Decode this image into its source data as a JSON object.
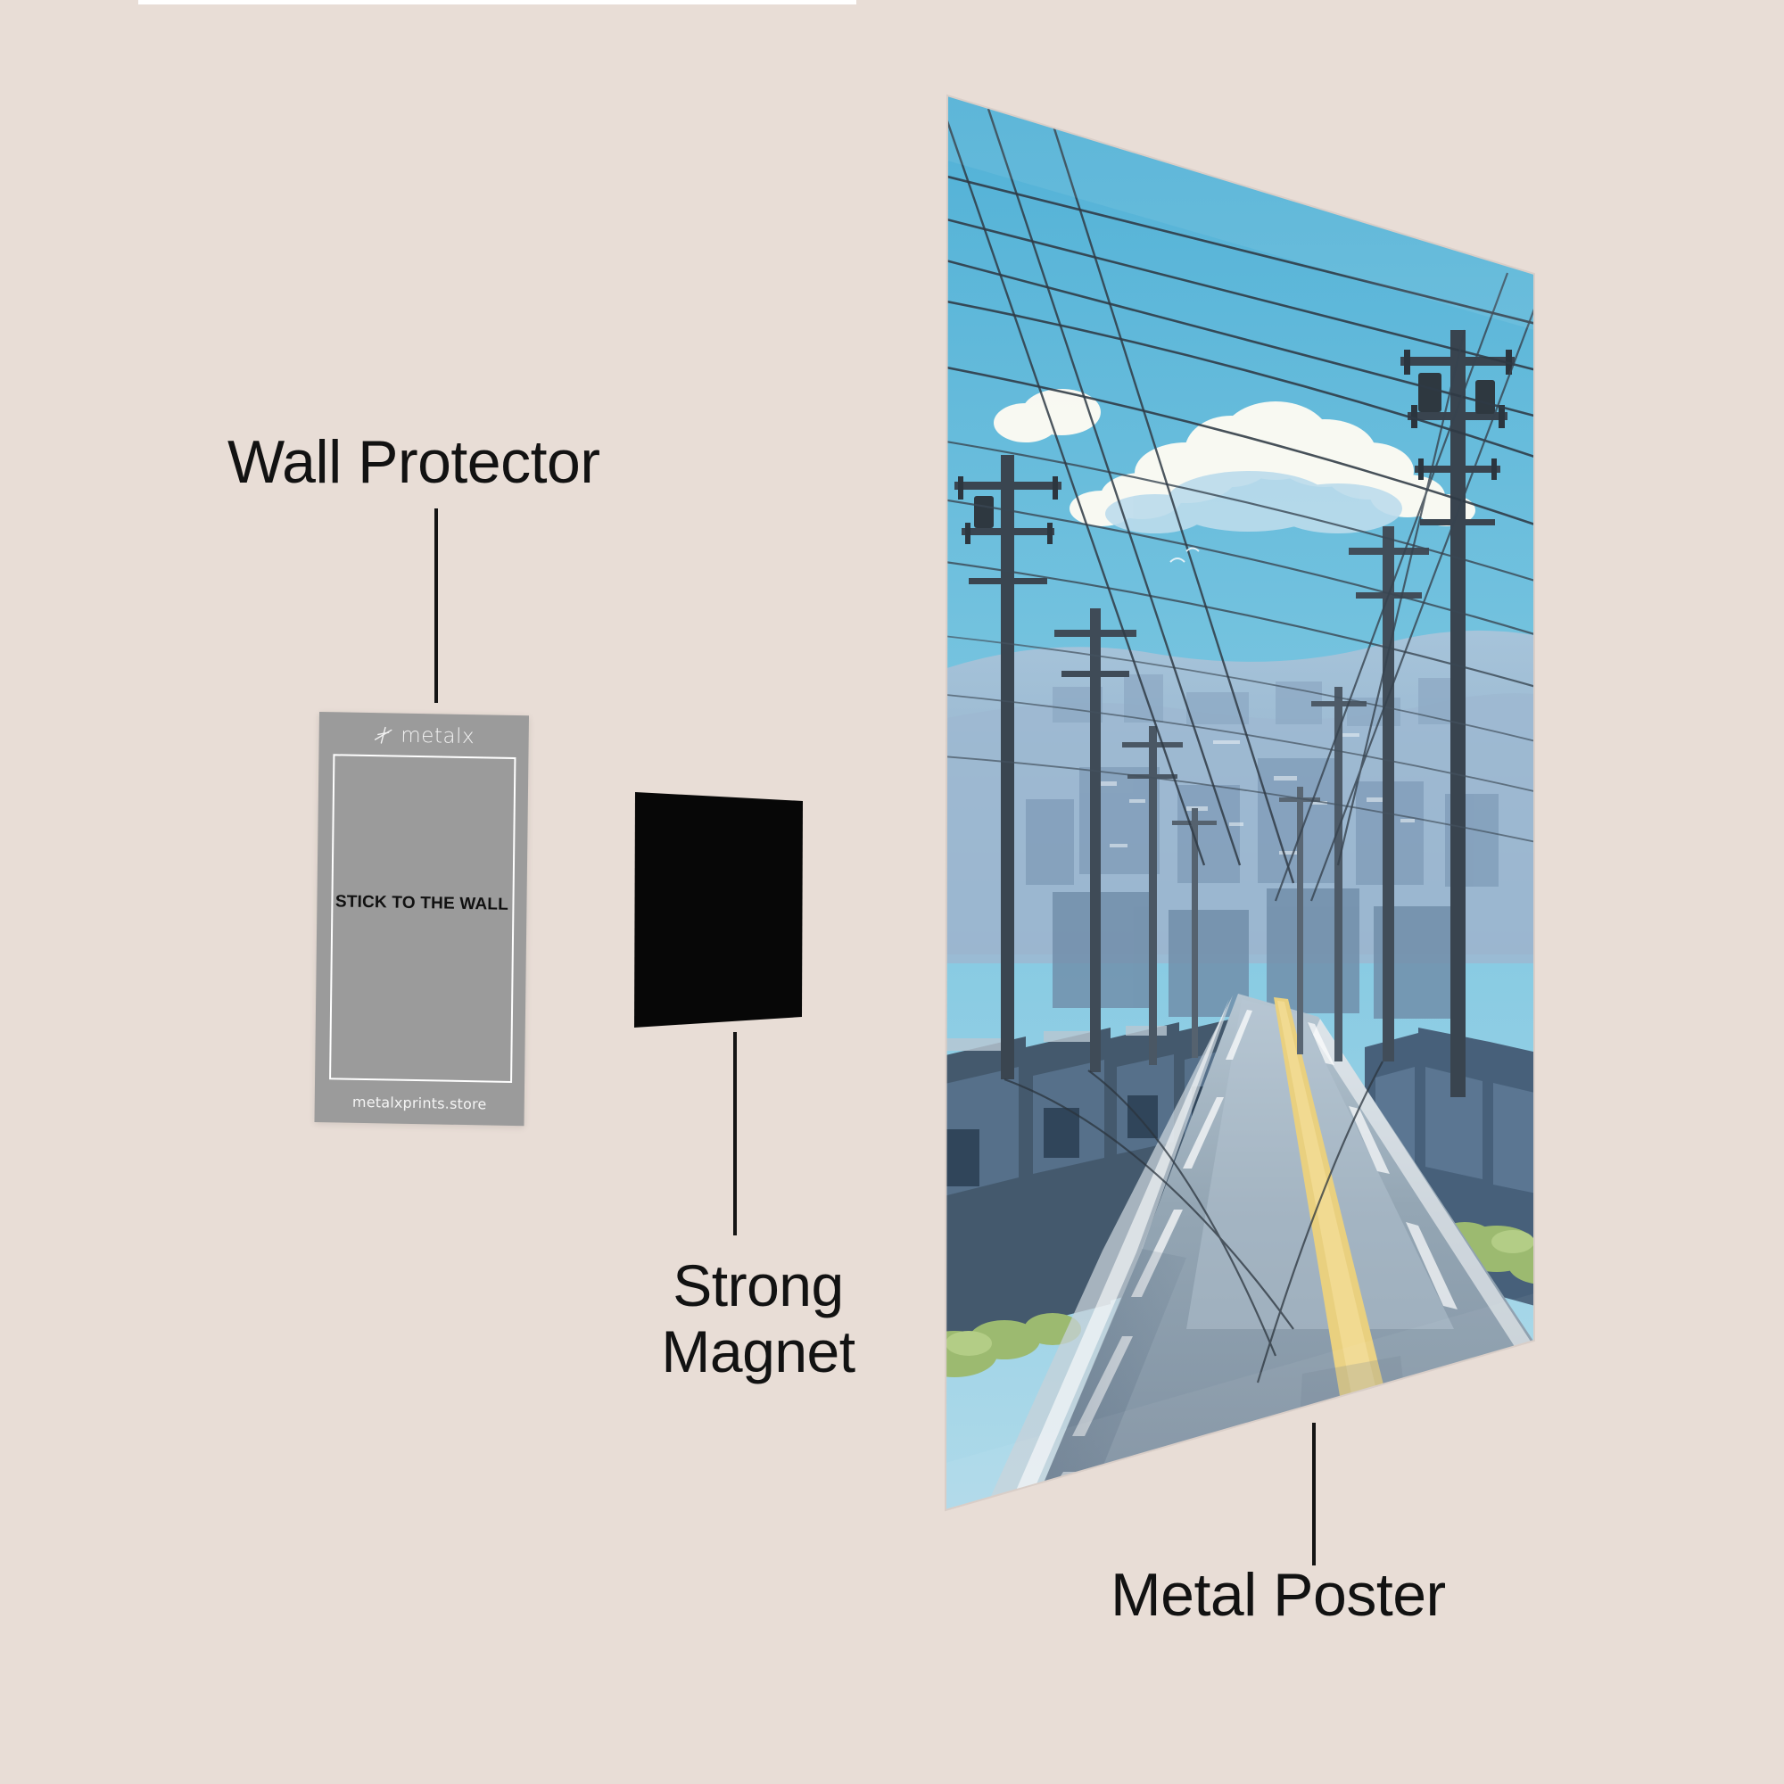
{
  "page": {
    "background_color": "#e8ddd6",
    "top_strip_color": "#ffffff"
  },
  "labels": {
    "wall_protector": "Wall Protector",
    "strong_magnet": "Strong\nMagnet",
    "metal_poster": "Metal Poster",
    "text_color": "#121212"
  },
  "wall_protector_card": {
    "background_color": "#9b9b9b",
    "border_color": "#ffffff",
    "brand": "metalx",
    "logo_icon": "metalx-cross-mark-icon",
    "headline": "STICK TO THE WALL",
    "url": "metalxprints.store"
  },
  "magnet": {
    "color": "#070707",
    "shape": "square-perspective"
  },
  "poster": {
    "artwork_title": "anime downhill street with power lines",
    "palette": {
      "sky_top": "#5cb4d8",
      "sky_bottom": "#a8d6e8",
      "cloud": "#fdfbf2",
      "city_haze": "#9fb9d2",
      "road": "#8fa0ad",
      "road_line_yellow": "#e8cf7e",
      "house_dark": "#3e5468",
      "foliage": "#9dba72"
    }
  }
}
